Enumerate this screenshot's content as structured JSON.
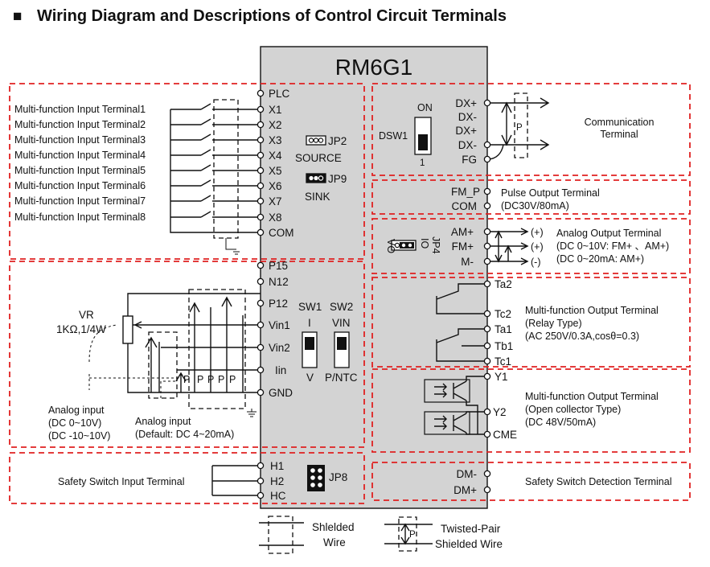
{
  "header": {
    "bullet": "■",
    "title": "Wiring Diagram and Descriptions of Control Circuit Terminals"
  },
  "drive": {
    "model": "RM6G1"
  },
  "inputs": {
    "labels": [
      "Multi-function Input Terminal1",
      "Multi-function Input Terminal2",
      "Multi-function Input Terminal3",
      "Multi-function Input Terminal4",
      "Multi-function Input Terminal5",
      "Multi-function Input Terminal6",
      "Multi-function Input Terminal7",
      "Multi-function Input Terminal8"
    ],
    "terminals": [
      "PLC",
      "X1",
      "X2",
      "X3",
      "X4",
      "X5",
      "X6",
      "X7",
      "X8",
      "COM"
    ]
  },
  "jumpers": {
    "jp2": "JP2",
    "source": "SOURCE",
    "jp9": "JP9",
    "sink": "SINK",
    "jp4": "JP4",
    "jp4_io": "IO",
    "jp4_vo": "VO",
    "jp8": "JP8"
  },
  "analog_in": {
    "terminals": [
      "P15",
      "N12",
      "P12",
      "Vin1",
      "Vin2",
      "Iin",
      "GND"
    ],
    "vr_name": "VR",
    "vr_value": "1KΩ,1/4W",
    "sw1": "SW1",
    "sw2": "SW2",
    "sw1_top": "I",
    "sw1_bottom": "V",
    "sw2_top": "VIN",
    "sw2_bottom": "P/NTC",
    "p_mark": "P",
    "analog_v_line1": "Analog input",
    "analog_v_line2": "(DC 0~10V)",
    "analog_v_line3": "(DC -10~10V)",
    "analog_i_line1": "Analog input",
    "analog_i_line2": "(Default: DC 4~20mA)"
  },
  "safety_in": {
    "label": "Safety Switch Input Terminal",
    "terminals": [
      "H1",
      "H2",
      "HC"
    ]
  },
  "comm": {
    "dsw_label": "DSW1",
    "dsw_on": "ON",
    "dsw_one": "1",
    "terminals": [
      "DX+",
      "DX-",
      "DX+",
      "DX-",
      "FG"
    ],
    "p_mark": "P",
    "desc_line1": "Communication",
    "desc_line2": "Terminal"
  },
  "pulse": {
    "terminals": [
      "FM_P",
      "COM"
    ],
    "desc_line1": "Pulse Output Terminal",
    "desc_line2": "(DC30V/80mA)"
  },
  "analog_out": {
    "terminals": [
      "AM+",
      "FM+",
      "M-"
    ],
    "polarity": [
      "(+)",
      "(+)",
      "(-)"
    ],
    "desc_line1": "Analog Output Terminal",
    "desc_line2": "(DC 0~10V: FM+ 、AM+)",
    "desc_line3": "(DC 0~20mA: AM+)"
  },
  "relay": {
    "terminals": [
      "Ta2",
      "Tc2",
      "Ta1",
      "Tb1",
      "Tc1"
    ],
    "desc_line1": "Multi-function Output Terminal",
    "desc_line2": "(Relay Type)",
    "desc_line3": "(AC 250V/0.3A,cosθ=0.3)"
  },
  "open_collector": {
    "terminals": [
      "Y1",
      "Y2",
      "CME"
    ],
    "desc_line1": "Multi-function Output Terminal",
    "desc_line2": "(Open collector Type)",
    "desc_line3": "(DC 48V/50mA)"
  },
  "safety_detect": {
    "terminals": [
      "DM-",
      "DM+"
    ],
    "label": "Safety Switch Detection Terminal"
  },
  "legend": {
    "shielded_line1": "Shlelded",
    "shielded_line2": "Wire",
    "twisted_line1": "Twisted-Pair",
    "twisted_line2": "Shielded Wire",
    "twisted_p": "P"
  }
}
